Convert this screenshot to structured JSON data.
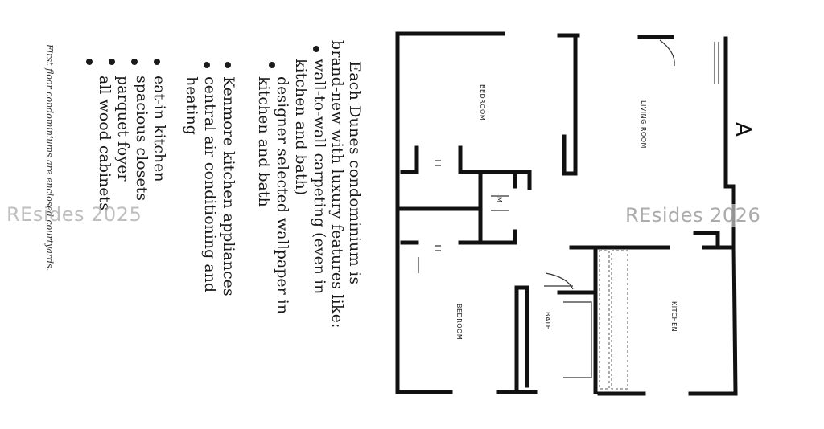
{
  "intro": {
    "line1": "Each Dunes condominium is",
    "line2": "brand-new with luxury features like:"
  },
  "features": [
    [
      "wall-to-wall carpeting (even in",
      "kitchen and bath)"
    ],
    [
      "designer selected wallpaper in",
      "kitchen and bath"
    ],
    [
      "Kenmore kitchen appliances"
    ],
    [
      "central air conditioning and",
      "heating"
    ],
    [
      "eat-in kitchen"
    ],
    [
      "spacious closets"
    ],
    [
      "parquet foyer"
    ],
    [
      "all wood cabinets"
    ]
  ],
  "footnote": "First floor condominiums are enclosed courtyards.",
  "watermarks": {
    "left": "REsides 2025",
    "right": "REsides 2026"
  },
  "floorplan": {
    "unit_letter": "A",
    "rooms": {
      "bedroom_top": "BEDROOM",
      "living_room": "LIVING ROOM",
      "bedroom_bottom": "BEDROOM",
      "bath": "BATH",
      "kitchen": "KITCHEN",
      "hall": "M"
    }
  }
}
